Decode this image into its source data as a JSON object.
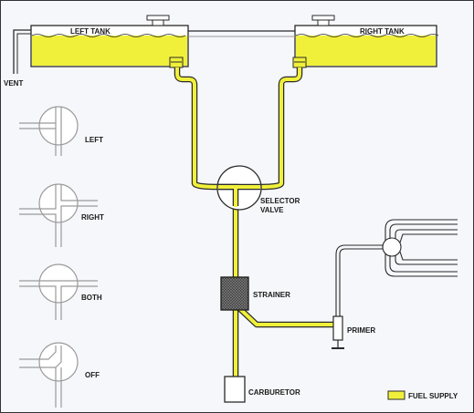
{
  "labels": {
    "left_tank": "LEFT TANK",
    "right_tank": "RIGHT TANK",
    "vent": "VENT",
    "left": "LEFT",
    "right": "RIGHT",
    "both": "BOTH",
    "off": "OFF",
    "selector_line1": "SELECTOR",
    "selector_line2": "VALVE",
    "strainer": "STRAINER",
    "primer": "PRIMER",
    "carburetor": "CARBURETOR",
    "legend_fuel_supply": "FUEL SUPPLY"
  },
  "colors": {
    "fuel": "#f0f03a",
    "line": "#2a2a2a",
    "outline": "#9a9a9a",
    "strainer": "#555555",
    "background": "#f6f7fb"
  }
}
